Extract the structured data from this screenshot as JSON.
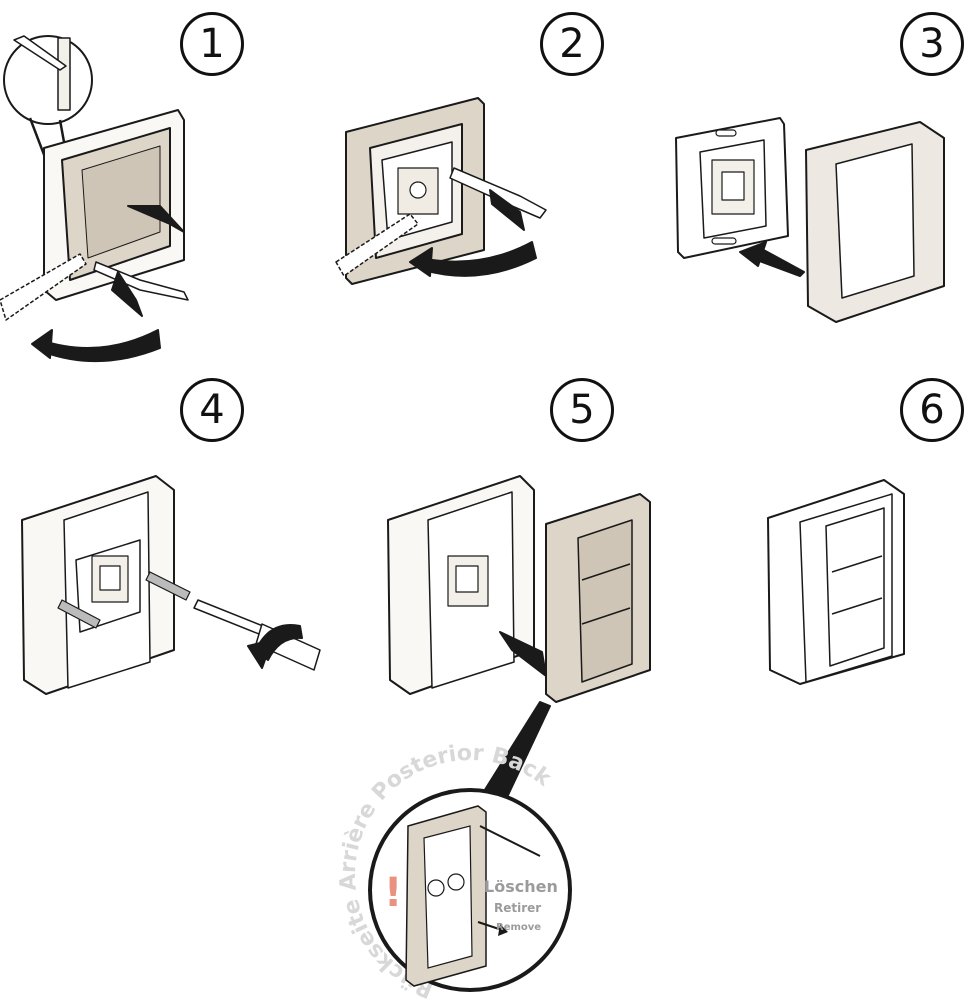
{
  "steps": [
    "1",
    "2",
    "3",
    "4",
    "5",
    "6"
  ],
  "detail": {
    "ring_text": "Rückseite Arrière Posterior Back",
    "warning_mark": "!",
    "label_de": "Löschen",
    "label_fr": "Retirer",
    "label_en": "Remove"
  },
  "colors": {
    "frame_beige": "#ddd5c8",
    "frame_beige_dark": "#b9ad9c",
    "carrier_light": "#f2efe9",
    "warning": "#e8927f",
    "ring_text": "#d8d8d8",
    "line": "#1a1a1a"
  }
}
